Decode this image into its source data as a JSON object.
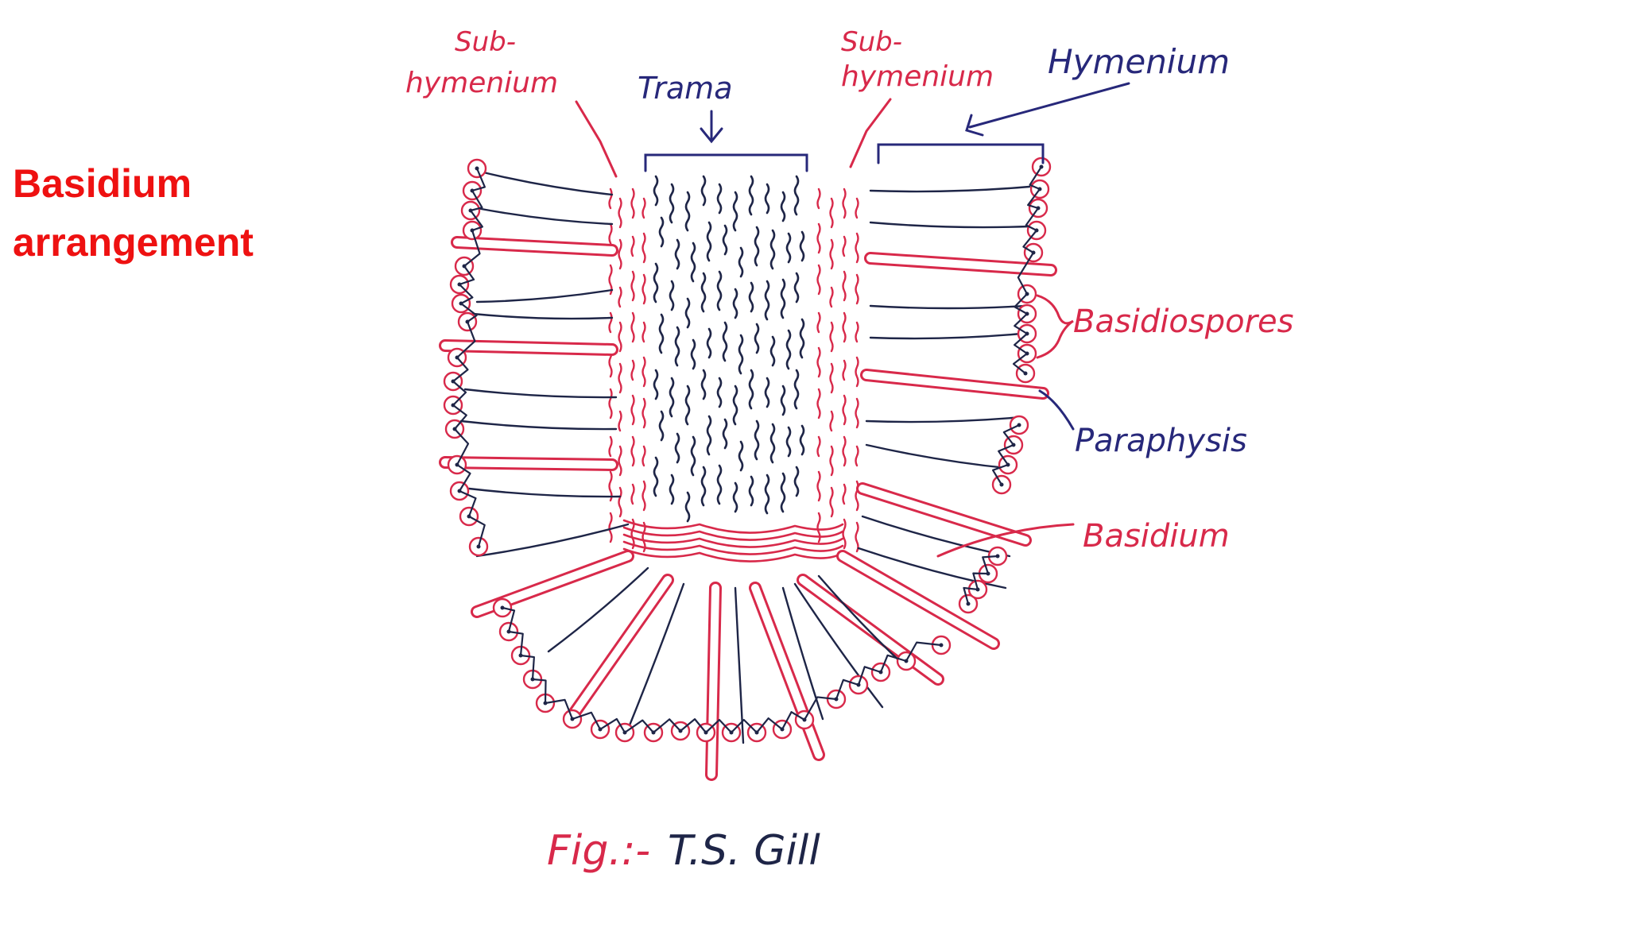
{
  "slide": {
    "title_line1": "Basidium",
    "title_line2": "arrangement",
    "title_color": "#ee1111"
  },
  "labels": {
    "sub_hymenium_left_1": "Sub-",
    "sub_hymenium_left_2": "hymenium",
    "trama": "Trama",
    "sub_hymenium_right_1": "Sub-",
    "sub_hymenium_right_2": "hymenium",
    "hymenium": "Hymenium",
    "basidiospores": "Basidiospores",
    "paraphysis": "Paraphysis",
    "basidium": "Basidium"
  },
  "caption": {
    "prefix": "Fig.:-",
    "text": "T.S. Gill"
  },
  "colors": {
    "red": "#d8294a",
    "blue": "#27287a",
    "dark": "#1e2547"
  }
}
